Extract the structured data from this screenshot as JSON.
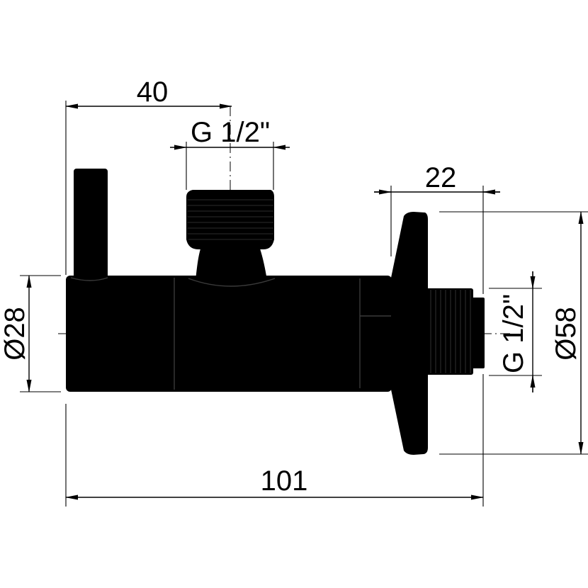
{
  "dimensions": {
    "handle_offset": "40",
    "top_thread": "G 1/2\"",
    "flange_depth": "22",
    "body_diameter": "Ø28",
    "side_thread": "G 1/2\"",
    "flange_diameter": "Ø58",
    "overall_length": "101"
  },
  "colors": {
    "part": "#000000",
    "background": "#ffffff"
  }
}
